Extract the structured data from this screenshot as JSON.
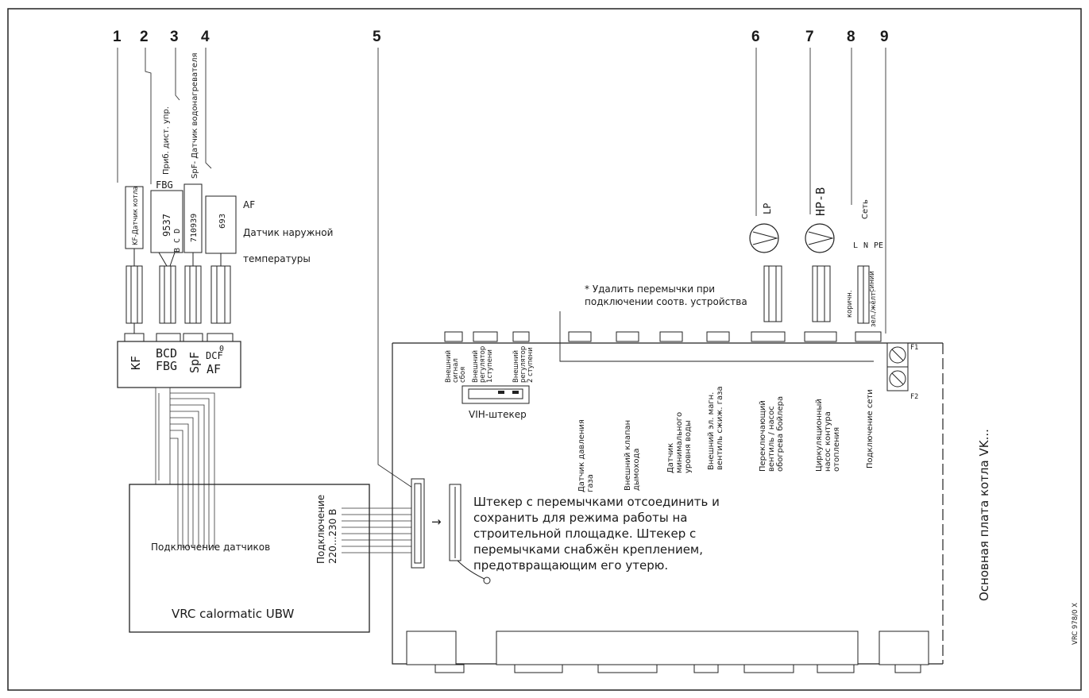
{
  "callouts": [
    "1",
    "2",
    "3",
    "4",
    "5",
    "6",
    "7",
    "8",
    "9"
  ],
  "sensors": {
    "kf": "KF-Датчик котла",
    "fbg_label": "Приб. дист. упр.",
    "fbg_code": "FBG",
    "fbg_number": "9537",
    "fbg_pins": "B C D",
    "spf_label": "SpF- Датчик водонагревателя",
    "spf_number": "710939",
    "af_number": "693",
    "af_code": "AF",
    "af_desc_1": "Датчик наружной",
    "af_desc_2": "температуры"
  },
  "terminal_block": {
    "kf": "KF",
    "bcd": "BCD",
    "fbg": "FBG",
    "spf": "SpF",
    "dcf": "DCF",
    "zero": "0",
    "af": "AF"
  },
  "vrc": {
    "name": "VRC calormatic UBW",
    "sensor_conn": "Подключение датчиков",
    "power_conn_1": "Подключение",
    "power_conn_2": "220...230 В"
  },
  "jumper_note": [
    "Штекер с перемычками отсоединить и",
    "сохранить для режима работы на",
    "строительной площадке. Штекер с",
    "перемычками  снабжён креплением,",
    "предотвращающим его утерю."
  ],
  "remove_note": [
    "* Удалить перемычки при",
    "подключении соотв. устройства"
  ],
  "board": {
    "title": "Основная плата котла VK...",
    "vih": "VIH-штекер",
    "fuse1": "F1",
    "fuse2": "F2",
    "ext_labels": [
      [
        "Внешний",
        "сигнал",
        "сбоя"
      ],
      [
        "Внешний",
        "регулятор",
        "1ступени"
      ],
      [
        "Внешний",
        "регулятор",
        "2 ступени"
      ]
    ],
    "bottom_labels": [
      [
        "Датчик давления",
        "газа"
      ],
      [
        "Внешний клапан",
        "дымохода"
      ],
      [
        "Датчик",
        "минимального",
        "уровня воды"
      ],
      [
        "Внешний эл. магн.",
        "вентиль сжиж. газа"
      ],
      [
        "Переключающий",
        "вентиль / насос",
        "обогрева бойлера"
      ],
      [
        "Циркуляционный",
        "насос контура",
        "отопления"
      ],
      [
        "Подключение сети"
      ]
    ]
  },
  "pumps": {
    "lp": "LP",
    "hpb": "HP-B",
    "mains": "Сеть",
    "brown": "коричн.",
    "blue": "синий",
    "greenyellow": "зел./жёлт.",
    "l": "L",
    "n": "N",
    "pe": "PE"
  },
  "drawing_id": "VRC 978/0 X"
}
